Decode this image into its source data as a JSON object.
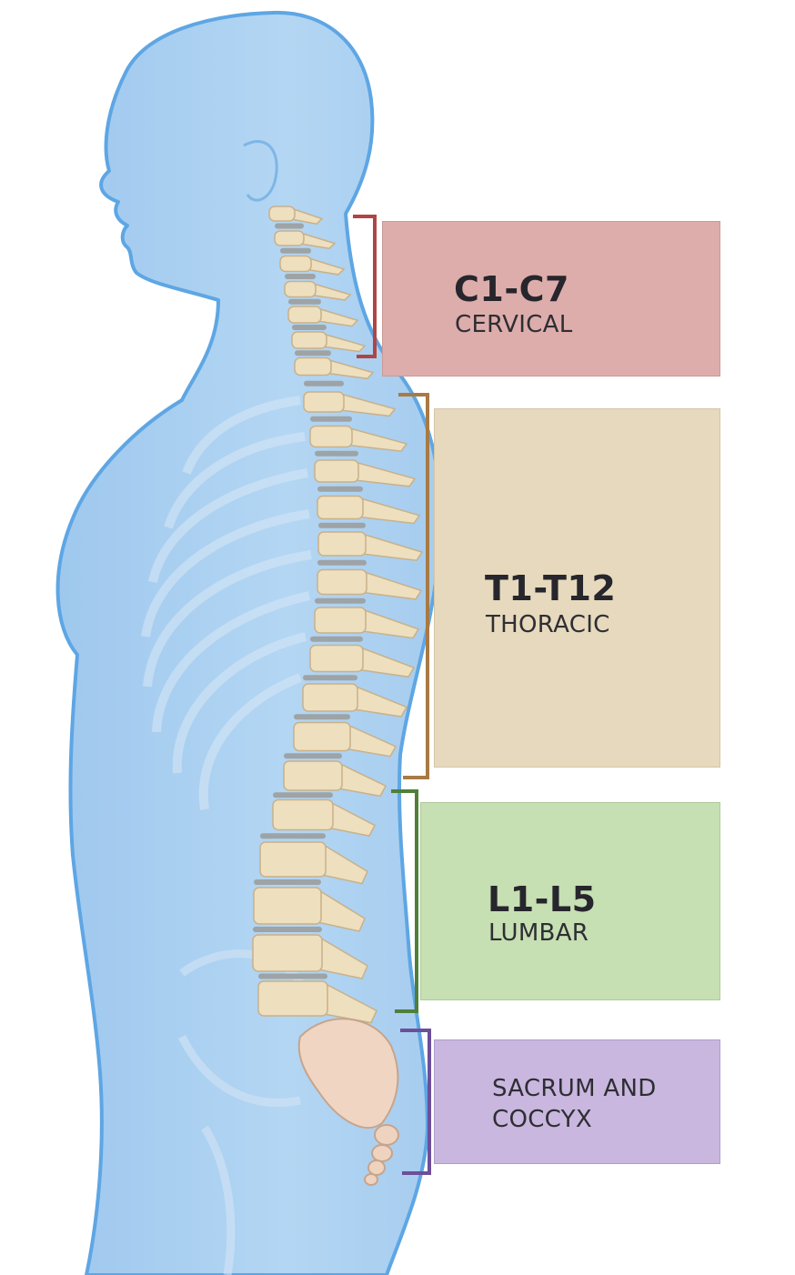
{
  "regions": {
    "cervical": {
      "code": "C1-C7",
      "name": "CERVICAL",
      "color": "#ddadab",
      "bracket_color": "#b04545"
    },
    "thoracic": {
      "code": "T1-T12",
      "name": "THORACIC",
      "color": "#e6d9bd",
      "bracket_color": "#a87a44"
    },
    "lumbar": {
      "code": "L1-L5",
      "name": "LUMBAR",
      "color": "#c6dfb3",
      "bracket_color": "#4f7f39"
    },
    "sacrum": {
      "line1": "SACRUM AND",
      "line2": "COCCYX",
      "color": "#c9b7df",
      "bracket_color": "#6c4f9a"
    }
  },
  "figure": {
    "body_color": "#a9cdee",
    "outline_color": "#5ea6e4",
    "bone_color": "#eedfbe",
    "disc_color": "#9ea3a6"
  }
}
